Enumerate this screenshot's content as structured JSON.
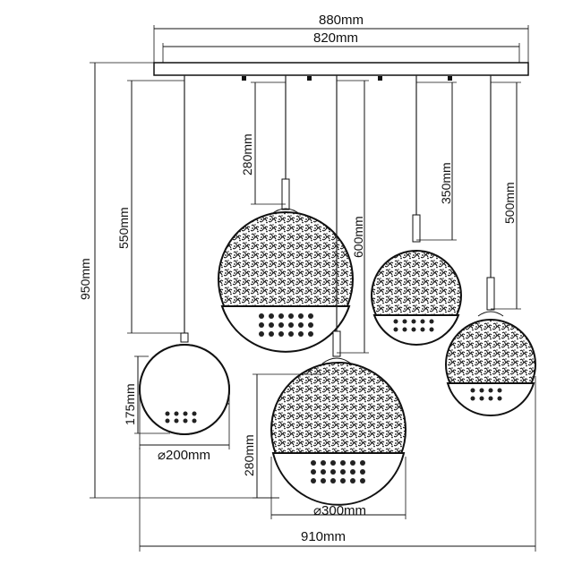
{
  "dimensions": {
    "canopy_outer_width": "880mm",
    "canopy_inner_width": "820mm",
    "total_height": "950mm",
    "drop_550": "550mm",
    "drop_280_top": "280mm",
    "drop_600": "600mm",
    "drop_350": "350mm",
    "drop_500": "500mm",
    "small_shade_height": "175mm",
    "large_shade_height": "280mm",
    "small_diameter": "⌀200mm",
    "large_diameter": "⌀300mm",
    "total_width": "910mm"
  }
}
